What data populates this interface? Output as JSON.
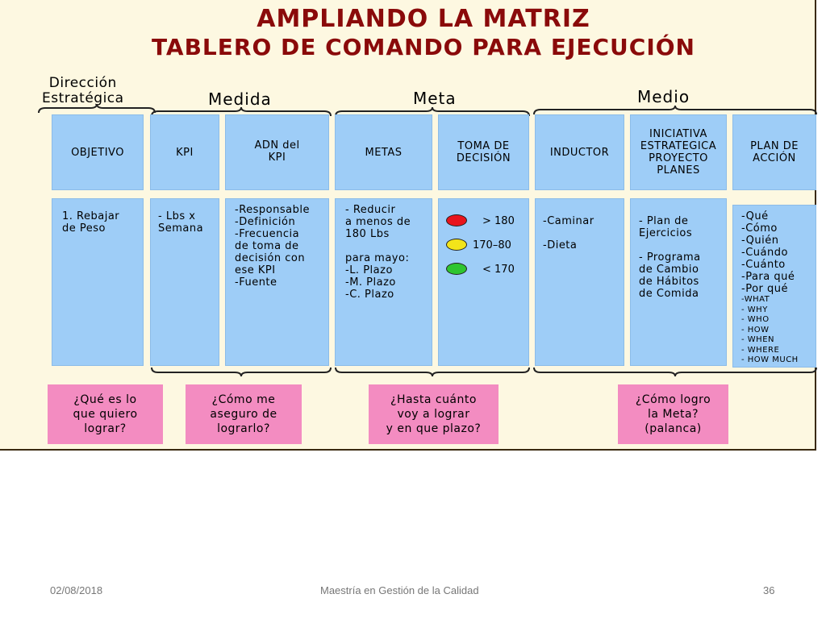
{
  "title": {
    "line1": "AMPLIANDO LA MATRIZ",
    "line2": "TABLERO DE COMANDO PARA EJECUCIÓN"
  },
  "groups": {
    "direccion": "Dirección\nEstratégica",
    "medida": "Medida",
    "meta": "Meta",
    "medio": "Medio"
  },
  "headers": {
    "objetivo": "OBJETIVO",
    "kpi": "KPI",
    "adn": "ADN del\nKPI",
    "metas": "METAS",
    "toma": "TOMA DE\nDECISIÓN",
    "inductor": "INDUCTOR",
    "iniciativa": "INICIATIVA\nESTRATEGICA\nPROYECTO\nPLANES",
    "plan": "PLAN DE\nACCIÓN"
  },
  "cells": {
    "objetivo": "1. Rebajar\nde  Peso",
    "kpi": "- Lbs x\nSemana",
    "adn": "-Responsable\n-Definición\n-Frecuencia\nde toma de\ndecisión con\nese KPI\n-Fuente",
    "metas": "- Reducir\na menos de\n180 Lbs\n\npara mayo:\n  -L. Plazo\n  -M. Plazo\n  -C. Plazo",
    "inductor": "-Caminar\n\n-Dieta",
    "iniciativa": "- Plan de\nEjercicios\n\n- Programa\nde Cambio\nde Hábitos\nde Comida",
    "plan_es": "-Qué\n-Cómo\n-Quién\n-Cuándo\n-Cuánto\n-Para qué\n-Por qué",
    "plan_en": "-WHAT\n- WHY\n- WHO\n- HOW\n- WHEN\n- WHERE\n- HOW MUCH"
  },
  "traffic_lights": [
    {
      "color": "#e8141c",
      "label": "> 180"
    },
    {
      "color": "#f2e41a",
      "label": "170–80"
    },
    {
      "color": "#2fc52f",
      "label": "< 170"
    }
  ],
  "questions": {
    "q1": "¿Qué es lo\nque quiero\nlograr?",
    "q2": "¿Cómo me\naseguro de\nlograrlo?",
    "q3": "¿Hasta cuánto\nvoy a lograr\ny en que plazo?",
    "q4": "¿Cómo logro\nla Meta?\n(palanca)"
  },
  "footer": {
    "date": "02/08/2018",
    "center": "Maestría en Gestión de la Calidad",
    "page": "36"
  },
  "colors": {
    "title": "#8a0a0a",
    "column": "#9ecdf7",
    "question": "#f38cc1",
    "slide_bg": "#fdf8e1"
  }
}
